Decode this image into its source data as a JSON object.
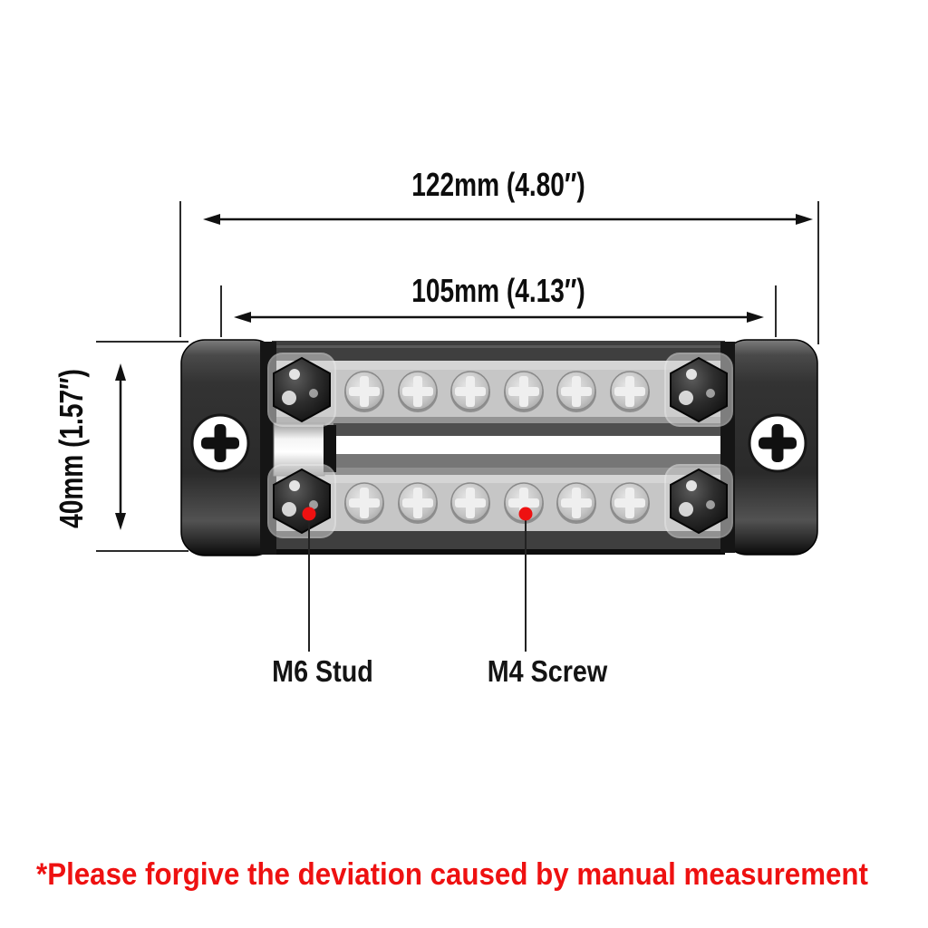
{
  "diagram": {
    "dimensions": {
      "total_width": {
        "label": "122mm (4.80′′)",
        "mm": 122,
        "inches": 4.8
      },
      "stud_spacing": {
        "label": "105mm (4.13′′)",
        "mm": 105,
        "inches": 4.13
      },
      "height": {
        "label": "40mm (1.57′′)",
        "mm": 40,
        "inches": 1.57
      }
    },
    "callouts": {
      "m6_stud": {
        "label": "M6 Stud"
      },
      "m4_screw": {
        "label": "M4 Screw"
      }
    },
    "disclaimer": "*Please forgive the deviation caused by manual measurement",
    "device": {
      "description": "dual-row bus bar with black end caps",
      "rows": 2,
      "m4_screws_per_row": 6,
      "m6_studs_per_row": 2,
      "mounting_screws": 2
    },
    "colors": {
      "marker_red": "#ee1111",
      "disclaimer_red": "#ee1111",
      "dimension_line": "#111111"
    },
    "icons": {
      "m6-stud-icon": "black hex cap nut",
      "m4-screw-icon": "phillips pan-head screw",
      "mounting-screw-icon": "white phillips screw on end cap",
      "red-marker-dot": "red circle marker",
      "dimension-arrow": "double-headed arrow"
    }
  }
}
